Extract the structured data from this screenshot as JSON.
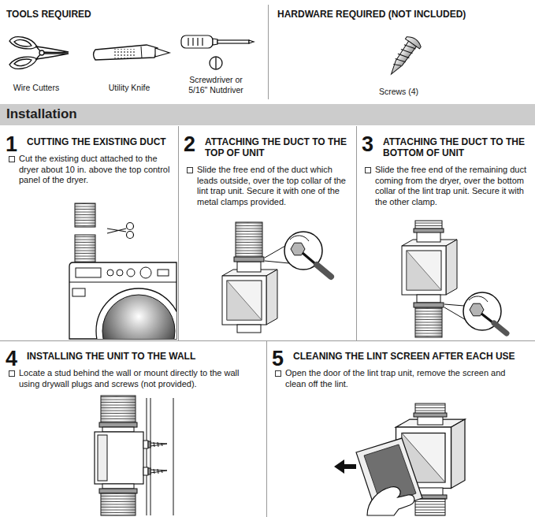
{
  "diagram": {
    "nodes": [
      {
        "text": [
          "TOOLS REQUIRED",
          "Wire Cutters",
          "Utility Knife",
          "Screwdriver or 5/16\" Nutdriver"
        ]
      },
      {
        "text": [
          "HARDWARE REQUIRED (NOT INCLUDED)",
          "Screws (4)"
        ]
      },
      {
        "text": [
          "Installation"
        ]
      },
      {
        "text": [
          "1",
          "CUTTING THE EXISTING DUCT",
          "Cut the existing duct attached to the dryer about 10 in. above the top control panel of the dryer."
        ]
      },
      {
        "text": [
          "2",
          "ATTACHING THE DUCT TO THE TOP OF UNIT",
          "Slide the free end of the duct which leads outside, over the top collar of the lint trap unit. Secure it with one of the metal clamps provided."
        ]
      },
      {
        "text": [
          "3",
          "ATTACHING THE DUCT TO THE BOTTOM OF UNIT",
          "Slide the free end of the remaining duct coming from the dryer, over the bottom collar of the lint trap unit. Secure it with the other clamp."
        ]
      },
      {
        "text": [
          "4",
          "INSTALLING THE UNIT TO THE WALL",
          "Locate a stud behind the wall or mount directly to the wall using drywall plugs and screws (not provided)."
        ]
      },
      {
        "text": [
          "5",
          "CLEANING THE LINT SCREEN AFTER EACH USE",
          "Open the door of the lint trap unit, remove the screen and clean off the lint."
        ]
      }
    ]
  }
}
